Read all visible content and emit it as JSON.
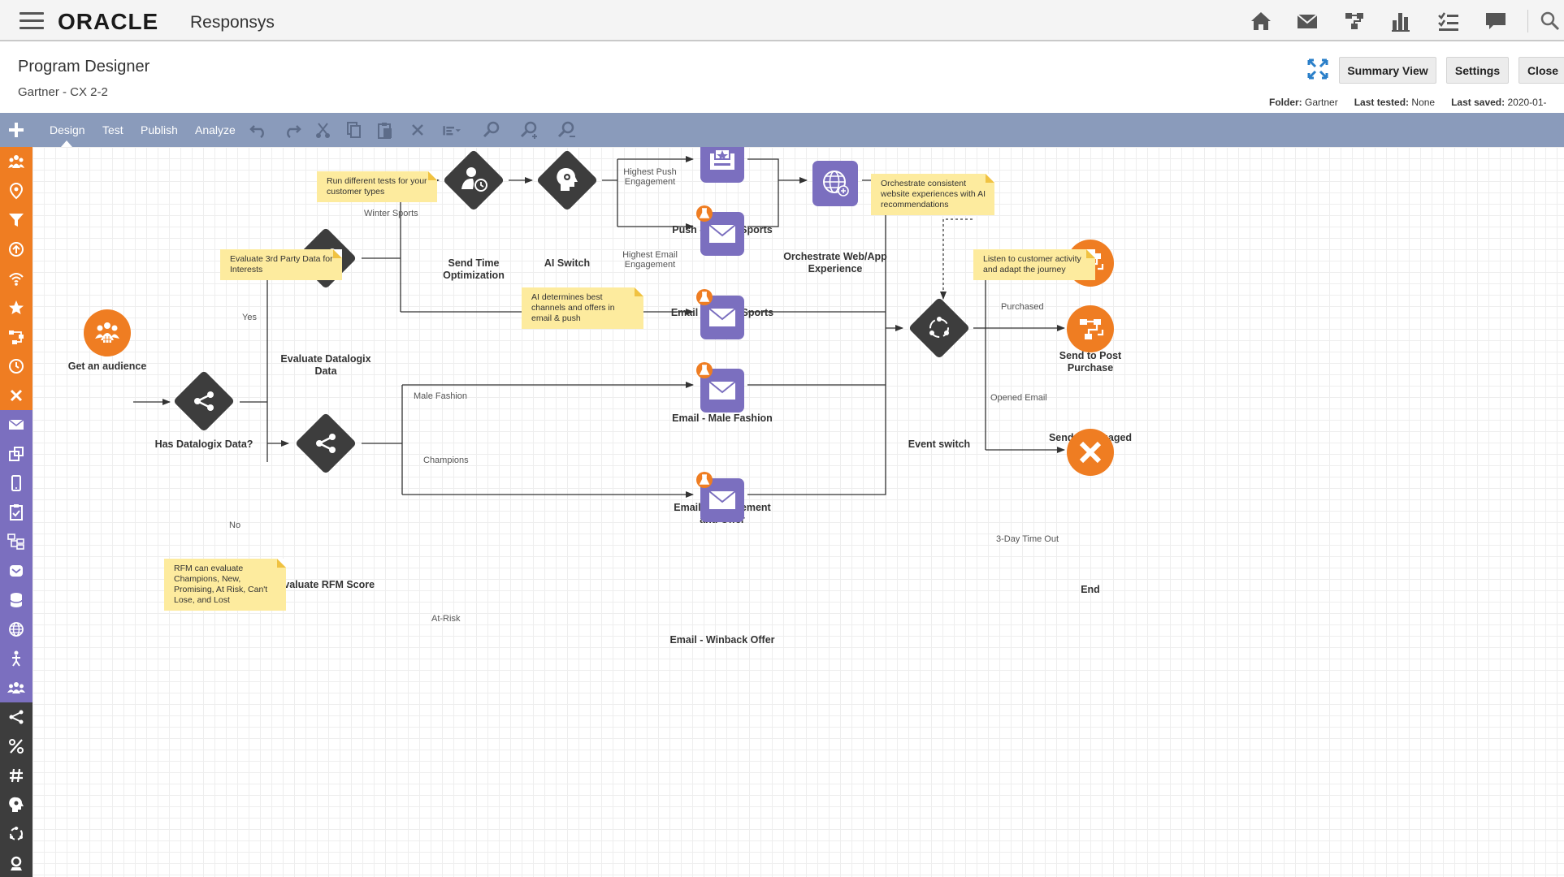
{
  "app": {
    "brand": "ORACLE",
    "product": "Responsys"
  },
  "topnav": {
    "icons": [
      "home-icon",
      "mail-icon",
      "program-icon",
      "chart-icon",
      "tasks-icon",
      "chat-icon",
      "search-icon"
    ]
  },
  "header": {
    "title": "Program Designer",
    "program_name": "Gartner - CX 2-2",
    "buttons": {
      "summary": "Summary View",
      "settings": "Settings",
      "close": "Close"
    },
    "meta": {
      "folder_label": "Folder:",
      "folder": "Gartner",
      "tested_label": "Last tested:",
      "tested": "None",
      "saved_label": "Last saved:",
      "saved": "2020-01-"
    }
  },
  "toolbar": {
    "tabs": [
      "Design",
      "Test",
      "Publish",
      "Analyze"
    ],
    "active_tab": "Design",
    "icons": [
      "undo-icon",
      "redo-icon",
      "cut-icon",
      "copy-icon",
      "paste-icon",
      "delete-icon",
      "align-icon",
      "zoom-fit-icon",
      "zoom-in-icon",
      "zoom-out-icon"
    ]
  },
  "palette": {
    "orange_items": [
      "audience-icon",
      "location-icon",
      "filter-icon",
      "switch-icon",
      "signal-icon",
      "star-icon",
      "program-icon",
      "timer-icon",
      "end-icon"
    ],
    "purple_items": [
      "email-icon",
      "message-icon",
      "mobile-icon",
      "form-icon",
      "orchestration-icon",
      "email-campaign-icon",
      "database-icon",
      "web-icon",
      "person-icon",
      "group-icon"
    ],
    "dark_items": [
      "split-icon",
      "percent-icon",
      "hash-icon",
      "ai-icon",
      "event-icon",
      "settings-icon"
    ]
  },
  "nodes": {
    "get_audience": "Get an audience",
    "has_datalogix": "Has Datalogix Data?",
    "evaluate_datalogix": "Evaluate Datalogix Data",
    "evaluate_rfm": "Evaluate RFM Score",
    "send_time": "Send Time Optimization",
    "ai_switch": "AI Switch",
    "push_winter": "Push - Winter Sports",
    "email_winter": "Email - Winter Sports",
    "orchestrate": "Orchestrate Web/App Experience",
    "email_male": "Email - Male Fashion",
    "email_engagement": "Email - Engagement and Offer",
    "email_winback": "Email - Winback Offer",
    "event_switch": "Event switch",
    "send_post": "Send to Post Purchase",
    "send_engaged": "Send to Engaged Journey",
    "end": "End"
  },
  "edge_labels": {
    "yes": "Yes",
    "no": "No",
    "winter_sports": "Winter Sports",
    "male_fashion": "Male Fashion",
    "champions": "Champions",
    "at_risk": "At-Risk",
    "highest_push": "Highest Push Engagement",
    "highest_email": "Highest Email Engagement",
    "purchased": "Purchased",
    "opened_email": "Opened Email",
    "timeout": "3-Day Time Out"
  },
  "notes": {
    "run_tests": "Run different tests for your customer types",
    "evaluate_3rd": "Evaluate 3rd Party Data for Interests",
    "ai_determines": "AI determines best channels and offers in email & push",
    "orchestrate_note": "Orchestrate consistent website experiences with AI recommendations",
    "listen": "Listen to customer activity and adapt the journey",
    "rfm_note": "RFM can evaluate Champions, New, Promising, At Risk, Can't Lose, and Lost"
  },
  "colors": {
    "orange": "#ef7d22",
    "purple": "#7b6fbf",
    "dark": "#3d3d3d",
    "toolbar": "#8a9bbb",
    "note": "#fdeb9e"
  }
}
